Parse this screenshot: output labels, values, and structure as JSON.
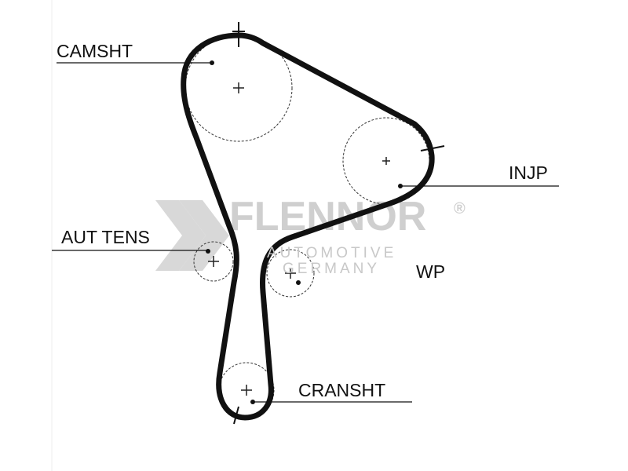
{
  "title": "Timing belt routing diagram",
  "labels": {
    "camshaft": "CAMSHT",
    "injection_pump": "INJP",
    "auto_tensioner": "AUT TENS",
    "water_pump": "WP",
    "crankshaft": "CRANSHT"
  },
  "watermark": {
    "brand": "FLENNOR",
    "registered": "®",
    "line1": "AUTOMOTIVE",
    "line2": "GERMANY"
  },
  "colors": {
    "belt": "#111111",
    "watermark": "#cfcfcf"
  }
}
